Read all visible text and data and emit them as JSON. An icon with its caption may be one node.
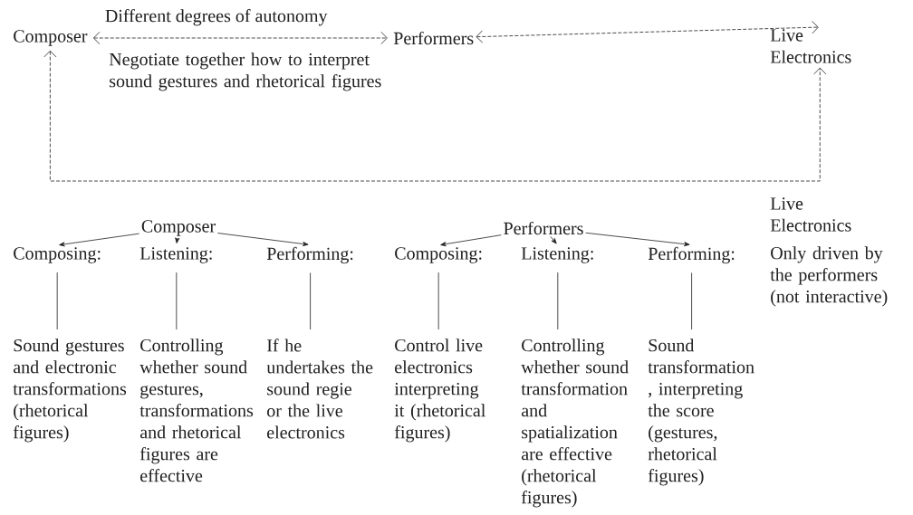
{
  "diagram": {
    "nodes": [
      {
        "text": [
          "Composer"
        ]
      },
      {
        "text": [
          "Performers"
        ]
      },
      {
        "text": [
          "Live Electronics"
        ]
      },
      {
        "text": [
          "Composer"
        ]
      },
      {
        "text": [
          "Composing:"
        ]
      },
      {
        "text": [
          "Listening:"
        ]
      },
      {
        "text": [
          "Performing:"
        ]
      },
      {
        "text": [
          "Sound gestures and electronic transformations (rhetorical figures)"
        ]
      },
      {
        "text": [
          "Controlling whether sound gestures, transformations and rhetorical figures are effective"
        ]
      },
      {
        "text": [
          "If he undertakes the sound regie or the live electronics"
        ]
      },
      {
        "text": [
          "Performers"
        ]
      },
      {
        "text": [
          "Composing:"
        ]
      },
      {
        "text": [
          "Listening:"
        ]
      },
      {
        "text": [
          "Performing:"
        ]
      },
      {
        "text": [
          "Control live electronics interpreting it (rhetorical figures)"
        ]
      },
      {
        "text": [
          "Controlling whether sound transformation and spatialization are effective (rhetorical figures)"
        ]
      },
      {
        "text": [
          "Sound transformation , interpreting the score (gestures, rhetorical figures)"
        ]
      }
    ],
    "edges": [
      {
        "from": 0,
        "to": 1,
        "arrow": "both",
        "style": "dashed",
        "label": "Different degrees of autonomy"
      },
      {
        "from": 1,
        "to": 2,
        "arrow": "both",
        "style": "dashed"
      },
      {
        "from": 0,
        "to": 2,
        "arrow": "both",
        "style": "dashed"
      },
      {
        "from": 3,
        "to": 4,
        "arrow": "to"
      },
      {
        "from": 3,
        "to": 5,
        "arrow": "to"
      },
      {
        "from": 3,
        "to": 6,
        "arrow": "to"
      },
      {
        "from": 4,
        "to": 7,
        "arrow": "none"
      },
      {
        "from": 5,
        "to": 8,
        "arrow": "none"
      },
      {
        "from": 6,
        "to": 9,
        "arrow": "none"
      },
      {
        "from": 10,
        "to": 11,
        "arrow": "to"
      },
      {
        "from": 10,
        "to": 12,
        "arrow": "to"
      },
      {
        "from": 10,
        "to": 13,
        "arrow": "to"
      },
      {
        "from": 11,
        "to": 14,
        "arrow": "none"
      },
      {
        "from": 12,
        "to": 15,
        "arrow": "none"
      },
      {
        "from": 13,
        "to": 16,
        "arrow": "none"
      }
    ],
    "labels": [
      "Negotiate together how to interpret sound gestures and rhetorical figures",
      "Live Electronics",
      "Only driven by the performers (not interactive)"
    ]
  }
}
